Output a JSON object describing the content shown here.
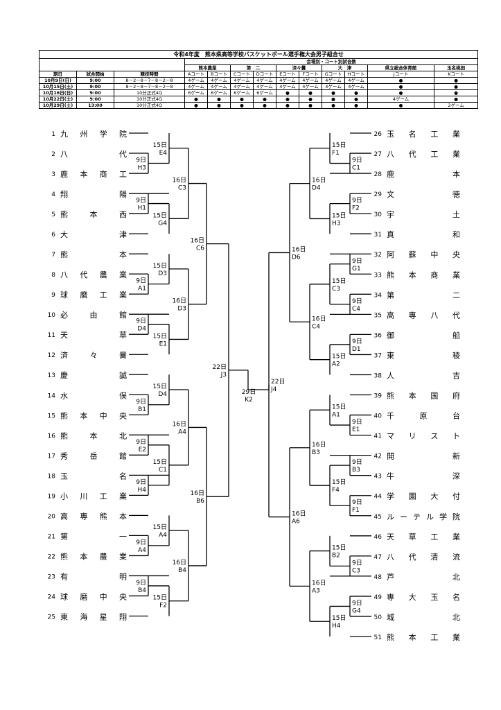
{
  "schedule": {
    "title": "令和4年度　熊本県高等学校バスケットボール選手権大会男子組合せ",
    "venue_header": "会場別・コート別試合数",
    "col_period": "期日",
    "col_start": "試合開始",
    "col_duration": "競技時間",
    "venues": [
      "熊本農業",
      "第　二",
      "済々黌",
      "大　津",
      "県立総合体育館",
      "玉名桃田"
    ],
    "courts": [
      "Aコート",
      "Bコート",
      "Cコート",
      "Dコート",
      "Eコート",
      "Fコート",
      "Gコート",
      "Hコート",
      "Jコート",
      "Kコート"
    ],
    "rows": [
      {
        "date": "10月9日(日)",
        "start": "9:00",
        "duration": "8－2－8－7－8－2－8",
        "courts": [
          "4ゲーム",
          "4ゲーム",
          "4ゲーム",
          "4ゲーム",
          "4ゲーム",
          "4ゲーム",
          "4ゲーム",
          "4ゲーム",
          "●",
          "●"
        ]
      },
      {
        "date": "10月15日(土)",
        "start": "9:00",
        "duration": "8－2－8－7－8－2－8",
        "courts": [
          "4ゲーム",
          "4ゲーム",
          "4ゲーム",
          "4ゲーム",
          "4ゲーム",
          "4ゲーム",
          "4ゲーム",
          "4ゲーム",
          "●",
          "●"
        ]
      },
      {
        "date": "10月16日(日)",
        "start": "9:00",
        "duration": "10分正式4Q",
        "courts": [
          "6ゲーム",
          "6ゲーム",
          "6ゲーム",
          "6ゲーム",
          "●",
          "●",
          "●",
          "●",
          "●",
          "●"
        ]
      },
      {
        "date": "10月22日(土)",
        "start": "9:00",
        "duration": "10分正式4Q",
        "courts": [
          "●",
          "●",
          "●",
          "●",
          "●",
          "●",
          "●",
          "●",
          "4ゲーム",
          "●"
        ]
      },
      {
        "date": "10月29日(土)",
        "start": "13:00",
        "duration": "10分正式4Q",
        "courts": [
          "●",
          "●",
          "●",
          "●",
          "●",
          "●",
          "●",
          "●",
          "●",
          "2ゲーム"
        ]
      }
    ]
  },
  "left_teams": [
    {
      "no": "1",
      "name": "九州学院"
    },
    {
      "no": "2",
      "name": "八代"
    },
    {
      "no": "3",
      "name": "鹿本商工"
    },
    {
      "no": "4",
      "name": "翔陽"
    },
    {
      "no": "5",
      "name": "熊本西"
    },
    {
      "no": "6",
      "name": "大津"
    },
    {
      "no": "7",
      "name": "熊本"
    },
    {
      "no": "8",
      "name": "八代農業"
    },
    {
      "no": "9",
      "name": "球磨工業"
    },
    {
      "no": "10",
      "name": "必由館"
    },
    {
      "no": "11",
      "name": "天草"
    },
    {
      "no": "12",
      "name": "済々黌"
    },
    {
      "no": "13",
      "name": "慶誠"
    },
    {
      "no": "14",
      "name": "水俣"
    },
    {
      "no": "15",
      "name": "熊本中央"
    },
    {
      "no": "16",
      "name": "熊本北"
    },
    {
      "no": "17",
      "name": "秀岳館"
    },
    {
      "no": "18",
      "name": "玉名"
    },
    {
      "no": "19",
      "name": "小川工業"
    },
    {
      "no": "20",
      "name": "高専熊本"
    },
    {
      "no": "21",
      "name": "第一"
    },
    {
      "no": "22",
      "name": "熊本農業"
    },
    {
      "no": "23",
      "name": "有明"
    },
    {
      "no": "24",
      "name": "球磨中央"
    },
    {
      "no": "25",
      "name": "東海星翔"
    }
  ],
  "right_teams": [
    {
      "no": "26",
      "name": "玉名工業"
    },
    {
      "no": "27",
      "name": "八代工業"
    },
    {
      "no": "28",
      "name": "鹿本"
    },
    {
      "no": "29",
      "name": "文徳"
    },
    {
      "no": "30",
      "name": "宇土"
    },
    {
      "no": "31",
      "name": "真和"
    },
    {
      "no": "32",
      "name": "阿蘇中央"
    },
    {
      "no": "33",
      "name": "熊本商業"
    },
    {
      "no": "34",
      "name": "第二"
    },
    {
      "no": "35",
      "name": "高専八代"
    },
    {
      "no": "36",
      "name": "御船"
    },
    {
      "no": "37",
      "name": "東稜"
    },
    {
      "no": "38",
      "name": "人吉"
    },
    {
      "no": "39",
      "name": "熊本国府"
    },
    {
      "no": "40",
      "name": "千原台"
    },
    {
      "no": "41",
      "name": "マリスト"
    },
    {
      "no": "42",
      "name": "開新"
    },
    {
      "no": "43",
      "name": "牛深"
    },
    {
      "no": "44",
      "name": "学園大付"
    },
    {
      "no": "45",
      "name": "ルーテル学院"
    },
    {
      "no": "46",
      "name": "天草工業"
    },
    {
      "no": "47",
      "name": "八代清流"
    },
    {
      "no": "48",
      "name": "芦北"
    },
    {
      "no": "49",
      "name": "専大玉名"
    },
    {
      "no": "50",
      "name": "城北"
    },
    {
      "no": "51",
      "name": "熊本工業"
    }
  ],
  "matches": {
    "L1": {
      "day": "9日",
      "court": "H3"
    },
    "L2": {
      "day": "15日",
      "court": "E4"
    },
    "L3": {
      "day": "9日",
      "court": "H1"
    },
    "L4": {
      "day": "15日",
      "court": "G4"
    },
    "L5": {
      "day": "16日",
      "court": "C3"
    },
    "L6": {
      "day": "9日",
      "court": "A1"
    },
    "L7": {
      "day": "15日",
      "court": "D3"
    },
    "L8": {
      "day": "9日",
      "court": "D4"
    },
    "L9": {
      "day": "15日",
      "court": "E1"
    },
    "L10": {
      "day": "16日",
      "court": "D3"
    },
    "L11": {
      "day": "16日",
      "court": "C6"
    },
    "L12": {
      "day": "9日",
      "court": "B1"
    },
    "L13": {
      "day": "15日",
      "court": "D4"
    },
    "L14": {
      "day": "9日",
      "court": "E2"
    },
    "L15": {
      "day": "9日",
      "court": "H4"
    },
    "L16": {
      "day": "15日",
      "court": "C1"
    },
    "L17": {
      "day": "16日",
      "court": "A4"
    },
    "L18": {
      "day": "9日",
      "court": "A4"
    },
    "L19": {
      "day": "15日",
      "court": "A4"
    },
    "L20": {
      "day": "9日",
      "court": "B4"
    },
    "L21": {
      "day": "15日",
      "court": "F2"
    },
    "L22": {
      "day": "16日",
      "court": "B4"
    },
    "L23": {
      "day": "16日",
      "court": "B6"
    },
    "L24": {
      "day": "22日",
      "court": "J3"
    },
    "F": {
      "day": "29日",
      "court": "K2"
    },
    "R1": {
      "day": "9日",
      "court": "C1"
    },
    "R2": {
      "day": "15日",
      "court": "F1"
    },
    "R3": {
      "day": "9日",
      "court": "F2"
    },
    "R4": {
      "day": "15日",
      "court": "H3"
    },
    "R5": {
      "day": "16日",
      "court": "D4"
    },
    "R6": {
      "day": "9日",
      "court": "G1"
    },
    "R7": {
      "day": "9日",
      "court": "C4"
    },
    "R8": {
      "day": "15日",
      "court": "C3"
    },
    "R9": {
      "day": "9日",
      "court": "D1"
    },
    "R10": {
      "day": "15日",
      "court": "A2"
    },
    "R11": {
      "day": "16日",
      "court": "C4"
    },
    "R12": {
      "day": "16日",
      "court": "D6"
    },
    "R13": {
      "day": "9日",
      "court": "E1"
    },
    "R14": {
      "day": "15日",
      "court": "A1"
    },
    "R15": {
      "day": "9日",
      "court": "B3"
    },
    "R16": {
      "day": "9日",
      "court": "F1"
    },
    "R17": {
      "day": "15日",
      "court": "F4"
    },
    "R18": {
      "day": "16日",
      "court": "B3"
    },
    "R19": {
      "day": "9日",
      "court": "C3"
    },
    "R20": {
      "day": "15日",
      "court": "B2"
    },
    "R21": {
      "day": "9日",
      "court": "G4"
    },
    "R22": {
      "day": "15日",
      "court": "H4"
    },
    "R23": {
      "day": "16日",
      "court": "A3"
    },
    "R24": {
      "day": "16日",
      "court": "A6"
    },
    "R25": {
      "day": "22日",
      "court": "J4"
    }
  }
}
